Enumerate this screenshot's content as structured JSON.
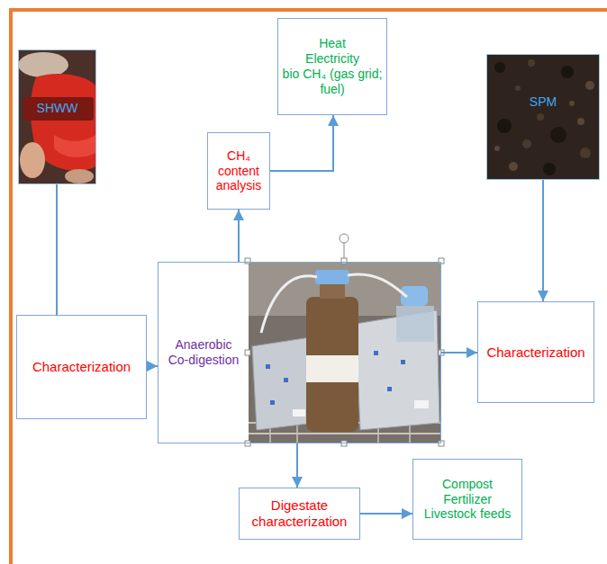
{
  "diagram": {
    "nodes": [
      {
        "text": [
          "SHWW"
        ]
      },
      {
        "text": [
          "Characterization"
        ]
      },
      {
        "text": [
          "Anaerobic Co-digestion"
        ]
      },
      {
        "text": [
          "CH₄ content analysis"
        ]
      },
      {
        "text": [
          "Heat",
          "Electricity",
          "bio CH₄ (gas grid; fuel)"
        ]
      },
      {
        "text": [
          "SPM"
        ]
      },
      {
        "text": [
          "Characterization"
        ]
      },
      {
        "text": [
          "Digestate characterization"
        ]
      },
      {
        "text": [
          "Compost",
          "Fertilizer",
          "Livestock feeds"
        ]
      }
    ],
    "edges": [
      {
        "from": 0,
        "to": 1,
        "arrow": "none"
      },
      {
        "from": 1,
        "to": 2,
        "arrow": "to"
      },
      {
        "from": 2,
        "to": 3,
        "arrow": "to"
      },
      {
        "from": 3,
        "to": 4,
        "arrow": "to"
      },
      {
        "from": 5,
        "to": 6,
        "arrow": "to"
      },
      {
        "from": 2,
        "to": 6,
        "arrow": "to"
      },
      {
        "from": 2,
        "to": 7,
        "arrow": "to"
      },
      {
        "from": 7,
        "to": 8,
        "arrow": "to"
      }
    ]
  }
}
